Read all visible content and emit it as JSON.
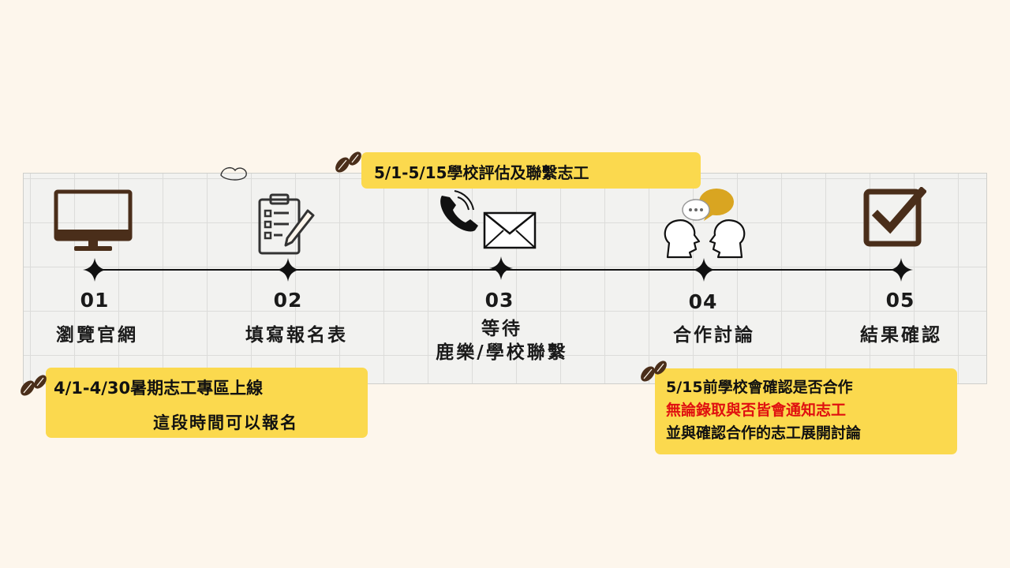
{
  "steps": [
    {
      "number": "01",
      "label_lines": [
        "瀏覽官網"
      ],
      "icon": "monitor-icon"
    },
    {
      "number": "02",
      "label_lines": [
        "填寫報名表"
      ],
      "icon": "clipboard-form-icon"
    },
    {
      "number": "03",
      "label_lines": [
        "等待",
        "鹿樂/學校聯繫"
      ],
      "icon": "phone-envelope-icon"
    },
    {
      "number": "04",
      "label_lines": [
        "合作討論"
      ],
      "icon": "discussion-heads-icon"
    },
    {
      "number": "05",
      "label_lines": [
        "結果確認"
      ],
      "icon": "checkbox-check-icon"
    }
  ],
  "notes": {
    "top": {
      "lines": [
        "5/1-5/15學校評估及聯繫志工"
      ]
    },
    "left": {
      "lines": [
        "4/1-4/30暑期志工專區上線",
        "這段時間可以報名"
      ]
    },
    "right": {
      "lines": [
        "5/15前學校會確認是否合作",
        "無論錄取與否皆會通知志工",
        "並與確認合作的志工展開討論"
      ]
    }
  },
  "colors": {
    "page_background": "#fdf6ec",
    "grid_panel": "#f2f2f0",
    "note_yellow": "#fbd94e",
    "icon_brown": "#4a2e1a",
    "icon_gold": "#d9a521",
    "highlight_red": "#e01010"
  }
}
